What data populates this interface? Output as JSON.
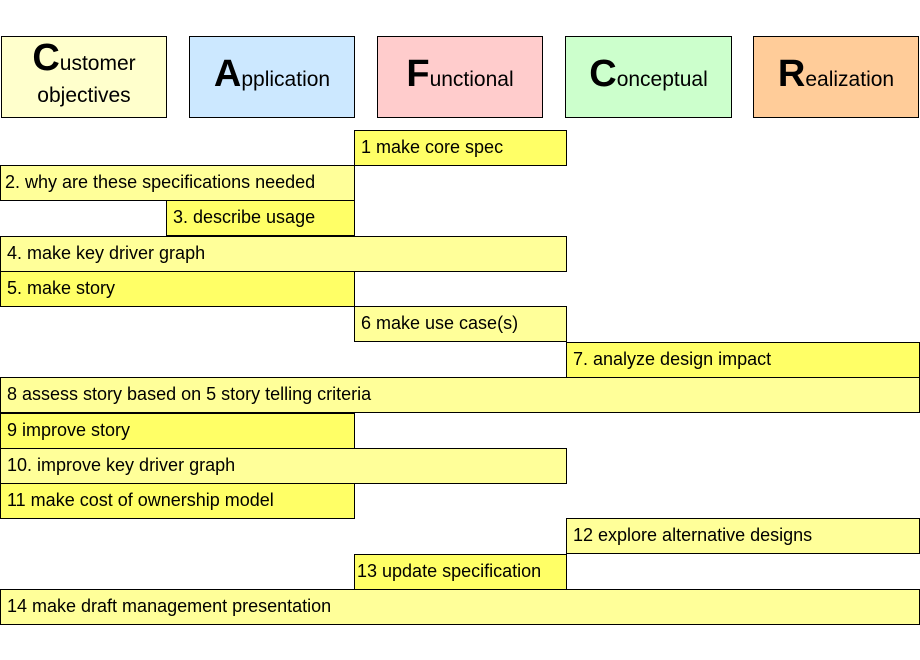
{
  "colors": {
    "customer": "#ffffcc",
    "application": "#cce8ff",
    "functional": "#ffcccc",
    "conceptual": "#ccffcc",
    "realization": "#ffcc99",
    "task_fill": "#ffff66",
    "task_fill_light": "#ffff99"
  },
  "headers": [
    {
      "initial": "C",
      "rest": "ustomer",
      "line2": "objectives"
    },
    {
      "initial": "A",
      "rest": "pplication",
      "line2": ""
    },
    {
      "initial": "F",
      "rest": "unctional",
      "line2": ""
    },
    {
      "initial": "C",
      "rest": "onceptual",
      "line2": ""
    },
    {
      "initial": "R",
      "rest": "ealization",
      "line2": ""
    }
  ],
  "tasks": [
    {
      "label": "1 make core spec"
    },
    {
      "label": "2. why are these specifications needed"
    },
    {
      "label": "3. describe usage"
    },
    {
      "label": "4. make key driver graph"
    },
    {
      "label": "5. make story"
    },
    {
      "label": "6 make use case(s)"
    },
    {
      "label": "7. analyze design impact"
    },
    {
      "label": "8 assess story based on 5 story telling criteria"
    },
    {
      "label": "9 improve story"
    },
    {
      "label": "10. improve key driver graph"
    },
    {
      "label": "11 make cost of ownership model"
    },
    {
      "label": "12 explore alternative designs"
    },
    {
      "label": "13 update specification"
    },
    {
      "label": "14 make draft management presentation"
    }
  ]
}
